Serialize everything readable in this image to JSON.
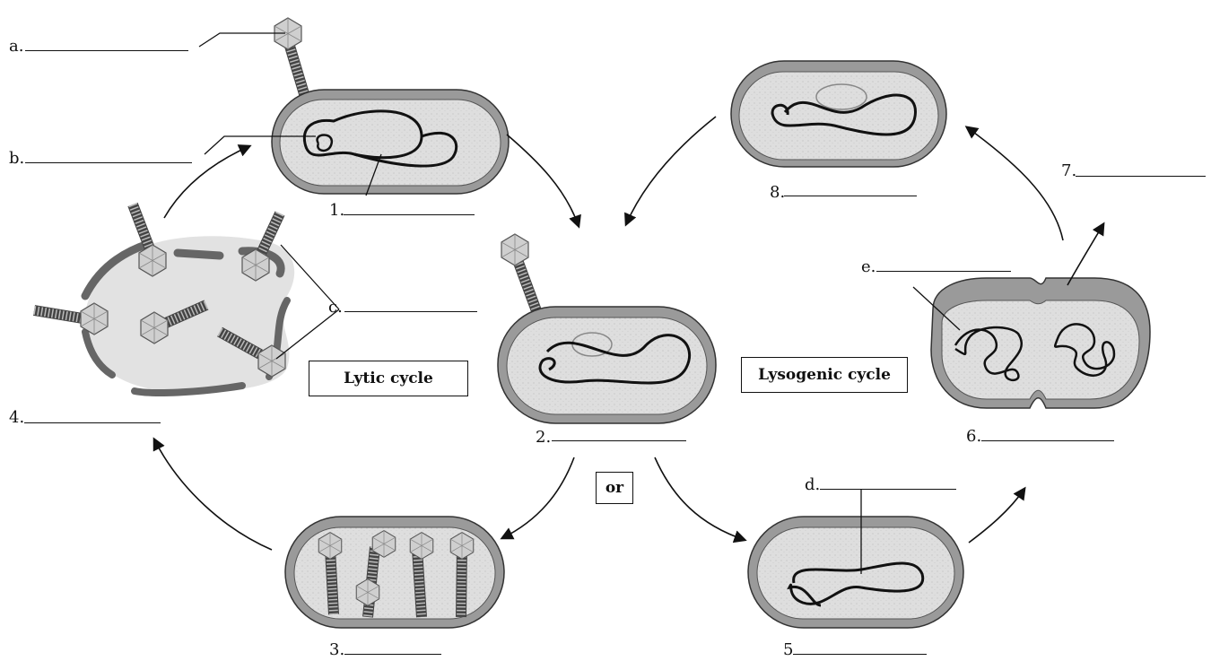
{
  "labels": {
    "a": "a.",
    "b": "b.",
    "c": "c.",
    "d": "d.",
    "e": "e.",
    "n1": "1.",
    "n2": "2.",
    "n3": "3.",
    "n4": "4.",
    "n5": "5",
    "n6": "6.",
    "n7": "7.",
    "n8": "8."
  },
  "boxes": {
    "lytic": "Lytic cycle",
    "lysogenic": "Lysogenic cycle",
    "or": "or"
  },
  "colors": {
    "cell_fill": "#dcdcdc",
    "cell_wall": "#9a9a9a",
    "ink": "#111111"
  }
}
